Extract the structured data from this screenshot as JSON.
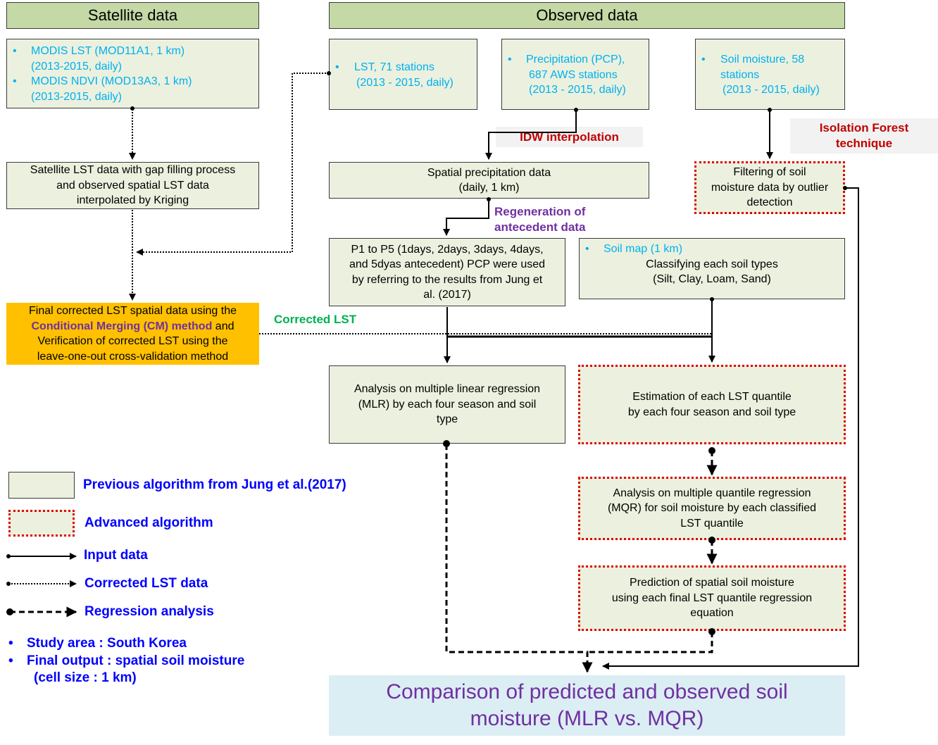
{
  "headers": {
    "satellite": "Satellite data",
    "observed": "Observed data"
  },
  "boxes": {
    "modis": {
      "line1": "MODIS LST (MOD11A1, 1 km)",
      "line2": "(2013-2015, daily)",
      "line3": "MODIS NDVI (MOD13A3, 1 km)",
      "line4": "(2013-2015, daily)"
    },
    "lst_stations": {
      "line1": "LST, 71 stations",
      "line2": "(2013 - 2015, daily)"
    },
    "precip": {
      "line1": "Precipitation (PCP),",
      "line2": "687 AWS stations",
      "line3": "(2013 - 2015, daily)"
    },
    "soil_moisture": {
      "line1": "Soil moisture, 58",
      "line2": "stations",
      "line3": "(2013 - 2015, daily)"
    },
    "gap_filling": {
      "line1": "Satellite LST data with gap filling process",
      "line2": "and observed spatial LST data",
      "line3": "interpolated by Kriging"
    },
    "spatial_precip": {
      "line1": "Spatial precipitation data",
      "line2": "(daily, 1 km)"
    },
    "filtering": {
      "line1": "Filtering of soil",
      "line2": "moisture data by outlier",
      "line3": "detection"
    },
    "p1p5": {
      "line1": "P1 to P5 (1days, 2days, 3days, 4days,",
      "line2": "and 5dyas antecedent) PCP were used",
      "line3": "by referring to the results from Jung et",
      "line4": "al. (2017)"
    },
    "soil_map": {
      "line1": "Soil map (1 km)",
      "line2": "Classifying each soil types",
      "line3": "(Silt, Clay, Loam, Sand)"
    },
    "final_lst": {
      "line1": "Final corrected LST spatial data using the",
      "line2_highlight": "Conditional Merging (CM) method",
      "line2_rest": " and",
      "line3": "Verification of corrected LST using the",
      "line4": "leave-one-out cross-validation method"
    },
    "mlr": {
      "line1": "Analysis on multiple linear regression",
      "line2": "(MLR) by each four season and soil",
      "line3": "type"
    },
    "quantile_est": {
      "line1": "Estimation of each LST quantile",
      "line2": "by each four season and soil type"
    },
    "mqr": {
      "line1": "Analysis on multiple quantile regression",
      "line2": "(MQR) for soil moisture by each classified",
      "line3": "LST quantile"
    },
    "prediction": {
      "line1": "Prediction of spatial soil moisture",
      "line2": "using each final LST quantile regression",
      "line3": "equation"
    },
    "comparison": {
      "line1": "Comparison of predicted and observed soil",
      "line2": "moisture (MLR vs. MQR)"
    }
  },
  "labels": {
    "idw": "IDW interpolation",
    "isolation_line1": "Isolation Forest",
    "isolation_line2": "technique",
    "regen_line1": "Regeneration of",
    "regen_line2": "antecedent data",
    "corrected_lst": "Corrected LST"
  },
  "legend": {
    "previous": "Previous algorithm from Jung et al.(2017)",
    "advanced": "Advanced algorithm",
    "input": "Input data",
    "corrected": "Corrected LST data",
    "regression": "Regression analysis"
  },
  "notes": {
    "study_area": "Study area : South Korea",
    "final_output": "Final output : spatial soil moisture",
    "cell_size": "(cell size : 1 km)"
  },
  "colors": {
    "box_fill": "#ebf1de",
    "header_fill": "#c4d9a6",
    "final_fill": "#ffc000",
    "comparison_fill": "#dbeef4",
    "advanced_border": "#e00000",
    "bullet_text": "#00b0f0",
    "legend_text": "#0000ff",
    "tag_text": "#c00000",
    "regen_text": "#7030a0",
    "corrected_text": "#00b050"
  }
}
